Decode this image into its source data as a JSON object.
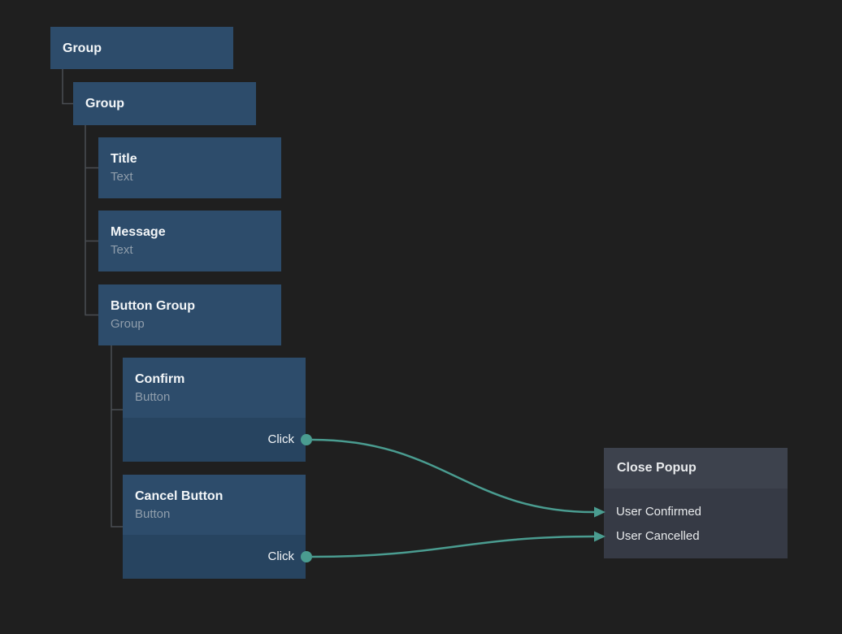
{
  "colors": {
    "canvas_bg": "#1f1f1f",
    "node_fill": "#2d4c6b",
    "port_row_fill": "#274460",
    "node_title": "#f3f6f8",
    "node_subtitle": "#909eac",
    "event_header_fill": "#3d424d",
    "event_body_fill": "#363a45",
    "event_text": "#e8eaec",
    "wire": "#4a9c90",
    "tree_line": "#4a4e53"
  },
  "nodes": {
    "root_group": {
      "title": "Group"
    },
    "inner_group": {
      "title": "Group"
    },
    "title_node": {
      "title": "Title",
      "subtitle": "Text"
    },
    "message_node": {
      "title": "Message",
      "subtitle": "Text"
    },
    "button_group": {
      "title": "Button Group",
      "subtitle": "Group"
    },
    "confirm": {
      "title": "Confirm",
      "subtitle": "Button",
      "output_port": "Click"
    },
    "cancel_button": {
      "title": "Cancel Button",
      "subtitle": "Button",
      "output_port": "Click"
    },
    "close_popup": {
      "title": "Close Popup",
      "inputs": {
        "confirmed": "User Confirmed",
        "cancelled": "User Cancelled"
      }
    }
  },
  "connections": [
    {
      "from": "Confirm.Click",
      "to": "Close Popup.User Confirmed"
    },
    {
      "from": "Cancel Button.Click",
      "to": "Close Popup.User Cancelled"
    }
  ]
}
